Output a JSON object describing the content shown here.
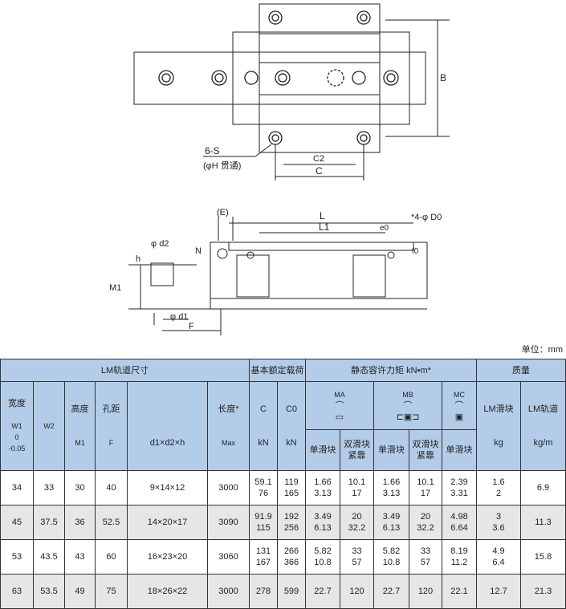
{
  "drawing": {
    "labels": {
      "B": "B",
      "s": "6-S",
      "h": "(φH 贯通)",
      "c2": "C2",
      "c": "C",
      "e": "(E)",
      "l": "L",
      "l1": "L1",
      "d0": "*4-φ D0",
      "e0": "e0",
      "f0": "f0",
      "n": "N",
      "d2": "φ d2",
      "hh": "h",
      "m1": "M1",
      "d1": "φ d1",
      "f": "F"
    }
  },
  "unit": "单位：mm",
  "table": {
    "groups": {
      "rail": "LM轨道尺寸",
      "load": "基本额定载荷",
      "moment": "静态容许力矩 kN•m*",
      "mass": "质量"
    },
    "cols": {
      "width": "宽度",
      "w1": "W1",
      "w1tol1": "0",
      "w1tol2": "-0.05",
      "w2": "W2",
      "height": "高度",
      "m1": "M1",
      "pitch": "孔距",
      "f": "F",
      "d": "d1×d2×h",
      "length": "长度*",
      "max": "Max",
      "c": "C",
      "c0": "C0",
      "kn1": "kN",
      "kn2": "kN",
      "ma": "MA",
      "mb": "MB",
      "mc": "MC",
      "single": "单滑块",
      "double": "双滑块紧靠",
      "blk": "LM滑块",
      "rail2": "LM轨道",
      "kg": "kg",
      "kgm": "kg/m"
    },
    "rows": [
      [
        "34",
        "33",
        "30",
        "40",
        "9×14×12",
        "3000",
        "59.1\n76",
        "119\n165",
        "1.66\n3.13",
        "10.1\n17",
        "1.66\n3.13",
        "10.1\n17",
        "2.39\n3.31",
        "1.6\n2",
        "6.9"
      ],
      [
        "45",
        "37.5",
        "36",
        "52.5",
        "14×20×17",
        "3090",
        "91.9\n115",
        "192\n256",
        "3.49\n6.13",
        "20\n32.2",
        "3.49\n6.13",
        "20\n32.2",
        "4.98\n6.64",
        "3\n3.6",
        "11.3"
      ],
      [
        "53",
        "43.5",
        "43",
        "60",
        "16×23×20",
        "3060",
        "131\n167",
        "266\n366",
        "5.82\n10.8",
        "33\n57",
        "5.82\n10.8",
        "33\n57",
        "8.19\n11.2",
        "4.9\n6.4",
        "15.8"
      ],
      [
        "63",
        "53.5",
        "49",
        "75",
        "18×26×22",
        "3000",
        "278",
        "599",
        "22.7",
        "120",
        "22.7",
        "120",
        "22.1",
        "12.7",
        "21.3"
      ]
    ]
  }
}
